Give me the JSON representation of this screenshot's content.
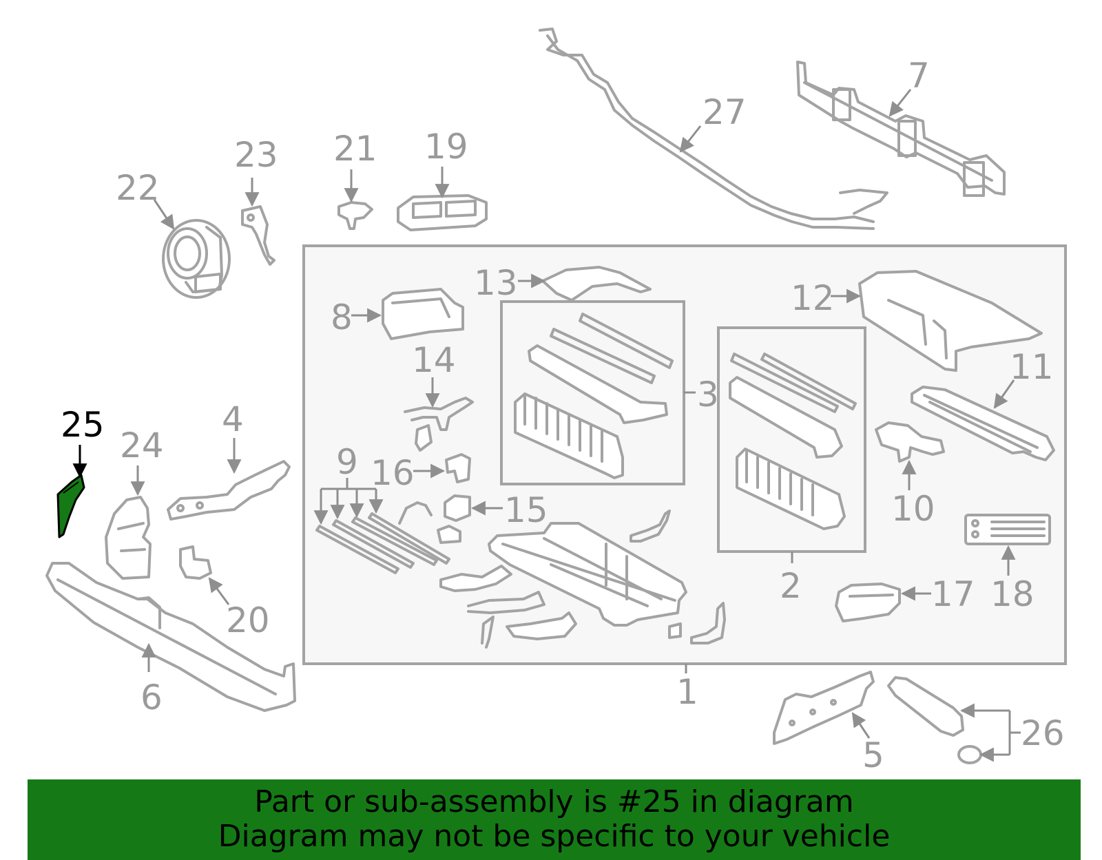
{
  "diagram": {
    "highlighted_label": "25",
    "highlight_color": "#157a15",
    "line_color": "#a3a3a3",
    "box_fill": "#f7f7f7",
    "labels": {
      "l1": "1",
      "l2": "2",
      "l3": "3",
      "l4": "4",
      "l5": "5",
      "l6": "6",
      "l7": "7",
      "l8": "8",
      "l9": "9",
      "l10": "10",
      "l11": "11",
      "l12": "12",
      "l13": "13",
      "l14": "14",
      "l15": "15",
      "l16": "16",
      "l17": "17",
      "l18": "18",
      "l19": "19",
      "l20": "20",
      "l21": "21",
      "l22": "22",
      "l23": "23",
      "l24": "24",
      "l25": "25",
      "l26": "26",
      "l27": "27"
    }
  },
  "banner": {
    "line1": "Part or sub-assembly is #25 in diagram",
    "line2": "Diagram may not be specific to your vehicle",
    "background": "#157a15"
  }
}
